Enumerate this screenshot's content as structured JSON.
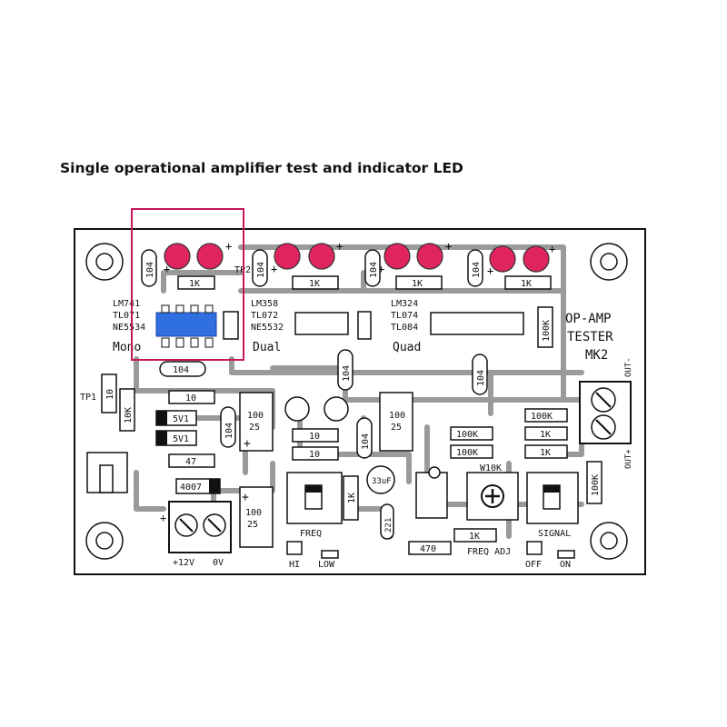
{
  "caption": "Single operational amplifier test and indicator LED",
  "colors": {
    "led": "#e0245e",
    "chip": "#2f6fe0",
    "highlight": "#c2185b",
    "trace": "#9a9a9a",
    "ink": "#111111"
  },
  "board": {
    "title": [
      "OP-AMP",
      "TESTER",
      "MK2"
    ],
    "sections": {
      "mono": {
        "chips": [
          "LM741",
          "TL071",
          "NE5534"
        ],
        "label": "Mono"
      },
      "dual": {
        "chips": [
          "LM358",
          "TL072",
          "NE5532"
        ],
        "label": "Dual"
      },
      "quad": {
        "chips": [
          "LM324",
          "TL074",
          "TL084"
        ],
        "label": "Quad"
      }
    },
    "cap_values": {
      "c104": "104",
      "c100_25": [
        "100",
        "25"
      ],
      "c33": "33uF",
      "c221": "221"
    },
    "resistor_values": {
      "r1k": "1K",
      "r10": "10",
      "r10k": "10K",
      "r47": "47",
      "r100k": "100K",
      "r470": "470"
    },
    "diode_values": {
      "zener": "5V1",
      "rect": "4007"
    },
    "test_points": {
      "tp1": "TP1",
      "tp2": "TP2"
    },
    "switch_labels": {
      "freq": "FREQ",
      "hi": "HI",
      "low": "LOW",
      "signal": "SIGNAL",
      "off": "OFF",
      "on": "ON"
    },
    "pot": {
      "value": "W10K",
      "label": "FREQ ADJ"
    },
    "power_labels": {
      "plus12": "+12V",
      "zero": "0V"
    },
    "output_labels": {
      "minus": "OUT-",
      "plus": "OUT+"
    },
    "plus": "+"
  }
}
